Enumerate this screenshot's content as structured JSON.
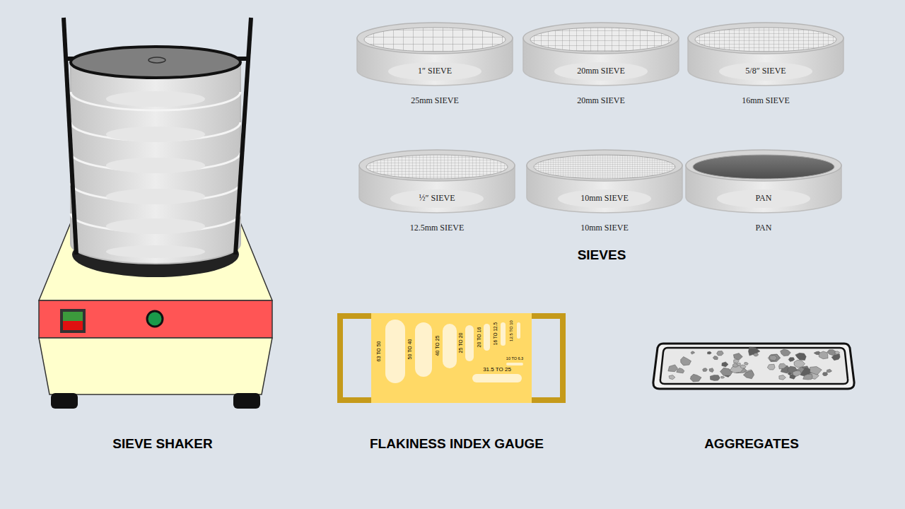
{
  "diagram": {
    "nodes": [
      {
        "text": [
          "1″ SIEVE",
          "25mm SIEVE"
        ]
      },
      {
        "text": [
          "20mm SIEVE",
          "20mm SIEVE"
        ]
      },
      {
        "text": [
          "5/8″ SIEVE",
          "16mm SIEVE"
        ]
      },
      {
        "text": [
          "½″ SIEVE",
          "12.5mm SIEVE"
        ]
      },
      {
        "text": [
          "10mm SIEVE",
          "10mm SIEVE"
        ]
      },
      {
        "text": [
          "PAN",
          "PAN"
        ]
      }
    ],
    "labels": [
      "SIEVES",
      "SIEVE SHAKER",
      "FLAKINESS INDEX GAUGE",
      "AGGREGATES",
      "63 TO 50",
      "50 TO 40",
      "40 TO 25",
      "25 TO 20",
      "20 TO 16",
      "16 TO 12.5",
      "12.5 TO 10",
      "10 TO 6.3",
      "31.5 TO 25"
    ]
  }
}
